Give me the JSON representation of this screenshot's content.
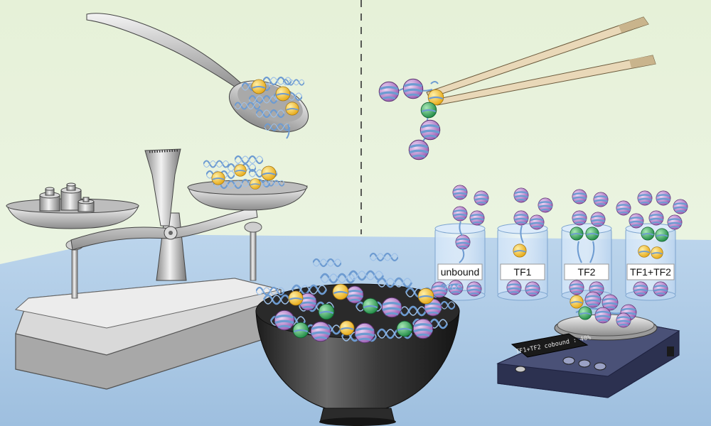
{
  "jars": {
    "labels": [
      "unbound",
      "TF1",
      "TF2",
      "TF1+TF2"
    ]
  },
  "digital_scale": {
    "display_text": "TF1+TF2 cobound : 40%"
  },
  "icons": [
    "spoon-icon",
    "balance-scale-icon",
    "weights-icon",
    "chopsticks-icon",
    "bowl-icon",
    "digital-scale-icon",
    "nucleosome-icon",
    "dna-coil-icon",
    "transcription-factor-icon"
  ],
  "colors": {
    "background_top": "#e9f3dd",
    "table": "#a9c8e6",
    "nucleosome": "#b77fc8",
    "tf1": "#f3c02c",
    "tf2": "#2fa25a",
    "dna": "#6d9bd1"
  }
}
